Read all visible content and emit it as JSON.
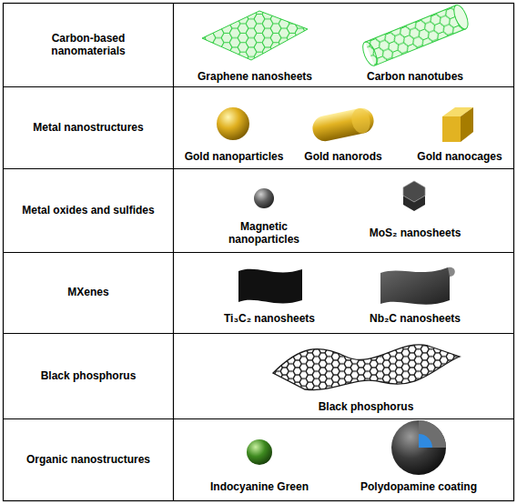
{
  "diagram": {
    "labels": [
      "Carbon-based nanomaterials",
      "Graphene nanosheets",
      "Carbon nanotubes",
      "Metal nanostructures",
      "Gold nanoparticles",
      "Gold nanorods",
      "Gold nanocages",
      "Metal oxides and sulfides",
      "Magnetic nanoparticles",
      "MoS₂ nanosheets",
      "MXenes",
      "Ti₃C₂ nanosheets",
      "Nb₂C nanosheets",
      "Black phosphorus",
      "Black phosphorus",
      "Organic nanostructures",
      "Indocyanine Green",
      "Polydopamine coating"
    ]
  }
}
